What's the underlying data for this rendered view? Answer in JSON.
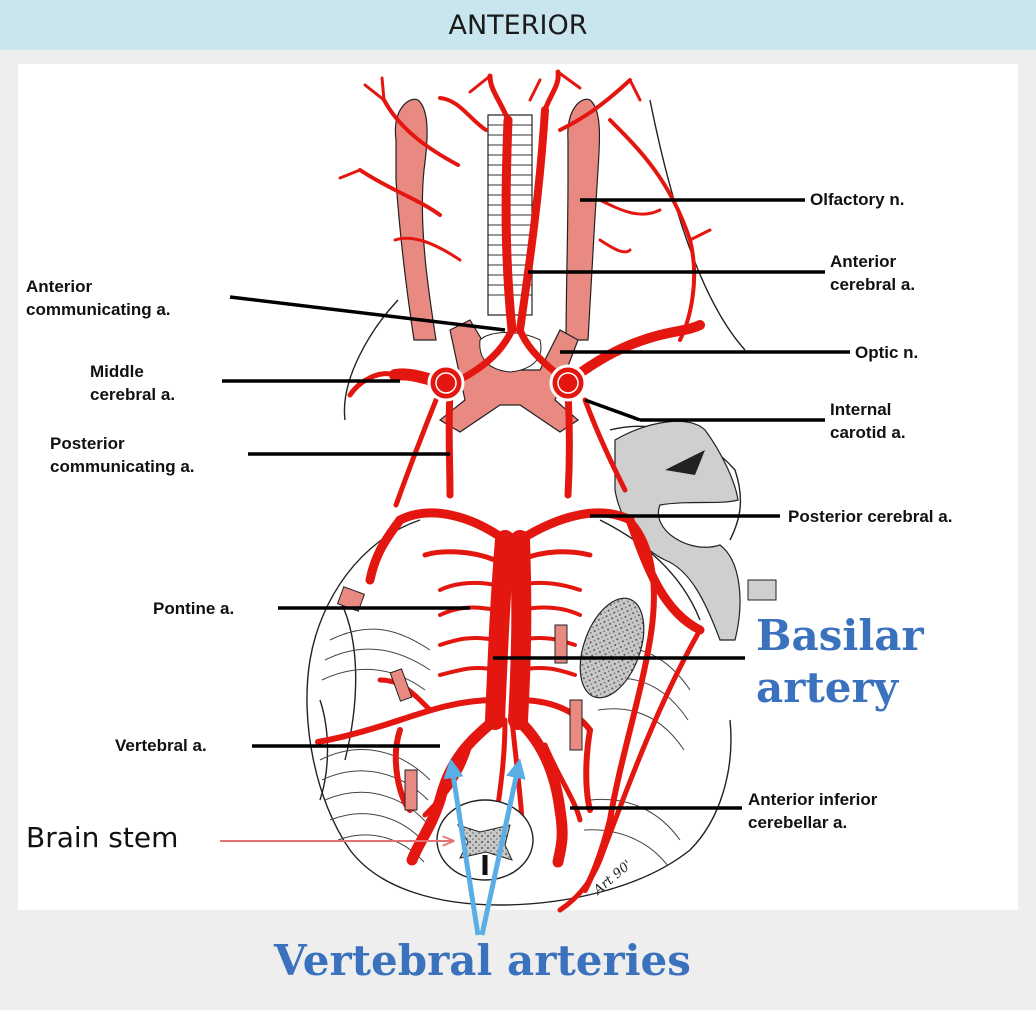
{
  "header": {
    "title": "ANTERIOR"
  },
  "labels": {
    "olfactory": [
      "Olfactory n."
    ],
    "anterior_cerebral": [
      "Anterior",
      "cerebral a."
    ],
    "anterior_communicating": [
      "Anterior",
      "communicating a."
    ],
    "optic": [
      "Optic n."
    ],
    "middle_cerebral": [
      "Middle",
      "cerebral a."
    ],
    "internal_carotid": [
      "Internal",
      "carotid a."
    ],
    "posterior_communicating": [
      "Posterior",
      "communicating a."
    ],
    "posterior_cerebral": [
      "Posterior cerebral a."
    ],
    "pontine": [
      "Pontine a."
    ],
    "vertebral": [
      "Vertebral a."
    ],
    "anterior_inferior_cerebellar": [
      "Anterior inferior",
      "cerebellar a."
    ]
  },
  "callouts": {
    "basilar_artery": [
      "Basilar",
      "artery"
    ],
    "vertebral_arteries": "Vertebral arteries",
    "brain_stem": "Brain stem"
  },
  "signature": "Art 90'",
  "colors": {
    "header_bg": "#c9e6ee",
    "artery_red": "#e3170f",
    "nerve_pink": "#e98a82",
    "callout_blue": "#3a72bd",
    "arrow_blue": "#5aaee6",
    "arrow_pink": "#e57272"
  }
}
